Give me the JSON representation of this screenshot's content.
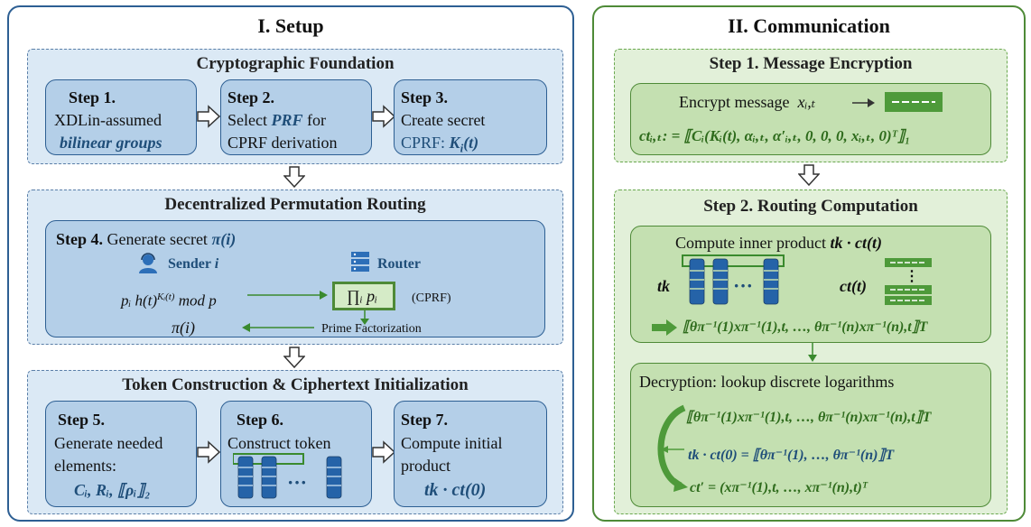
{
  "setup": {
    "title": "I. Setup",
    "foundation": {
      "title": "Cryptographic Foundation",
      "step1": {
        "label": "Step 1.",
        "line1": "XDLin-assumed",
        "line2": "bilinear groups"
      },
      "step2": {
        "label": "Step 2.",
        "line1a": "Select ",
        "line1b": "PRF",
        "line1c": " for",
        "line2": "CPRF derivation"
      },
      "step3": {
        "label": "Step 3.",
        "line1": "Create secret",
        "line2a": "CPRF: ",
        "line2b": "K",
        "line2c": "i",
        "line2d": "(t)"
      }
    },
    "routing": {
      "title": "Decentralized Permutation Routing",
      "step4_label": "Step 4.",
      "step4_text": " Generate secret ",
      "step4_math": "π(i)",
      "sender_label": "Sender ",
      "sender_var": "i",
      "router_label": "Router",
      "formula_left": "pᵢ h(t)",
      "formula_sup": "Kᵢ(t)",
      "formula_mod": "mod p",
      "product": "∏ᵢ pᵢ",
      "cprf_note": "(CPRF)",
      "pi_i": "π(i)",
      "prime_fact": "Prime Factorization"
    },
    "token": {
      "title": "Token Construction & Ciphertext Initialization",
      "step5": {
        "label": "Step 5.",
        "line1": "Generate needed",
        "line2": "elements:",
        "line3": "Cᵢ, Rᵢ, ⟦ρᵢ⟧₂"
      },
      "step6": {
        "label": "Step 6.",
        "line1": "Construct token",
        "dots": "···"
      },
      "step7": {
        "label": "Step 7.",
        "line1": "Compute initial",
        "line2": "product",
        "line3": "tk · ct(0)"
      }
    }
  },
  "comm": {
    "title": "II. Communication",
    "enc": {
      "title": "Step 1.  Message Encryption",
      "line1": "Encrypt message",
      "msg_var": "xᵢ,ₜ",
      "formula": "ctᵢ,ₜ: = ⟦Cᵢ(Kᵢ(t), αᵢ,ₜ, α′ᵢ,ₜ, 0, 0, 0, xᵢ,ₜ, 0)ᵀ⟧₁"
    },
    "routing": {
      "title": "Step 2. Routing Computation",
      "inner_label": "Compute inner product ",
      "inner_math": "tk · ct(t)",
      "tk": "tk",
      "ct": "ct(t)",
      "dots": "···",
      "vdots": "⋮",
      "result": "⟦θπ⁻¹(1)xπ⁻¹(1),t, …, θπ⁻¹(n)xπ⁻¹(n),t⟧T",
      "dec_title": "Decryption: lookup discrete logarithms",
      "dec_line1": "⟦θπ⁻¹(1)xπ⁻¹(1),t, …, θπ⁻¹(n)xπ⁻¹(n),t⟧T",
      "dec_line2": "tk · ct(0) = ⟦θπ⁻¹(1), …, θπ⁻¹(n)⟧T",
      "dec_line3": "ct′ = (xπ⁻¹(1),t, …, xπ⁻¹(n),t)ᵀ"
    }
  },
  "colors": {
    "blue_border": "#2d5f93",
    "green_border": "#4e8a37",
    "blue_fill": "#b4cfe8",
    "green_fill": "#c4e0b1"
  }
}
